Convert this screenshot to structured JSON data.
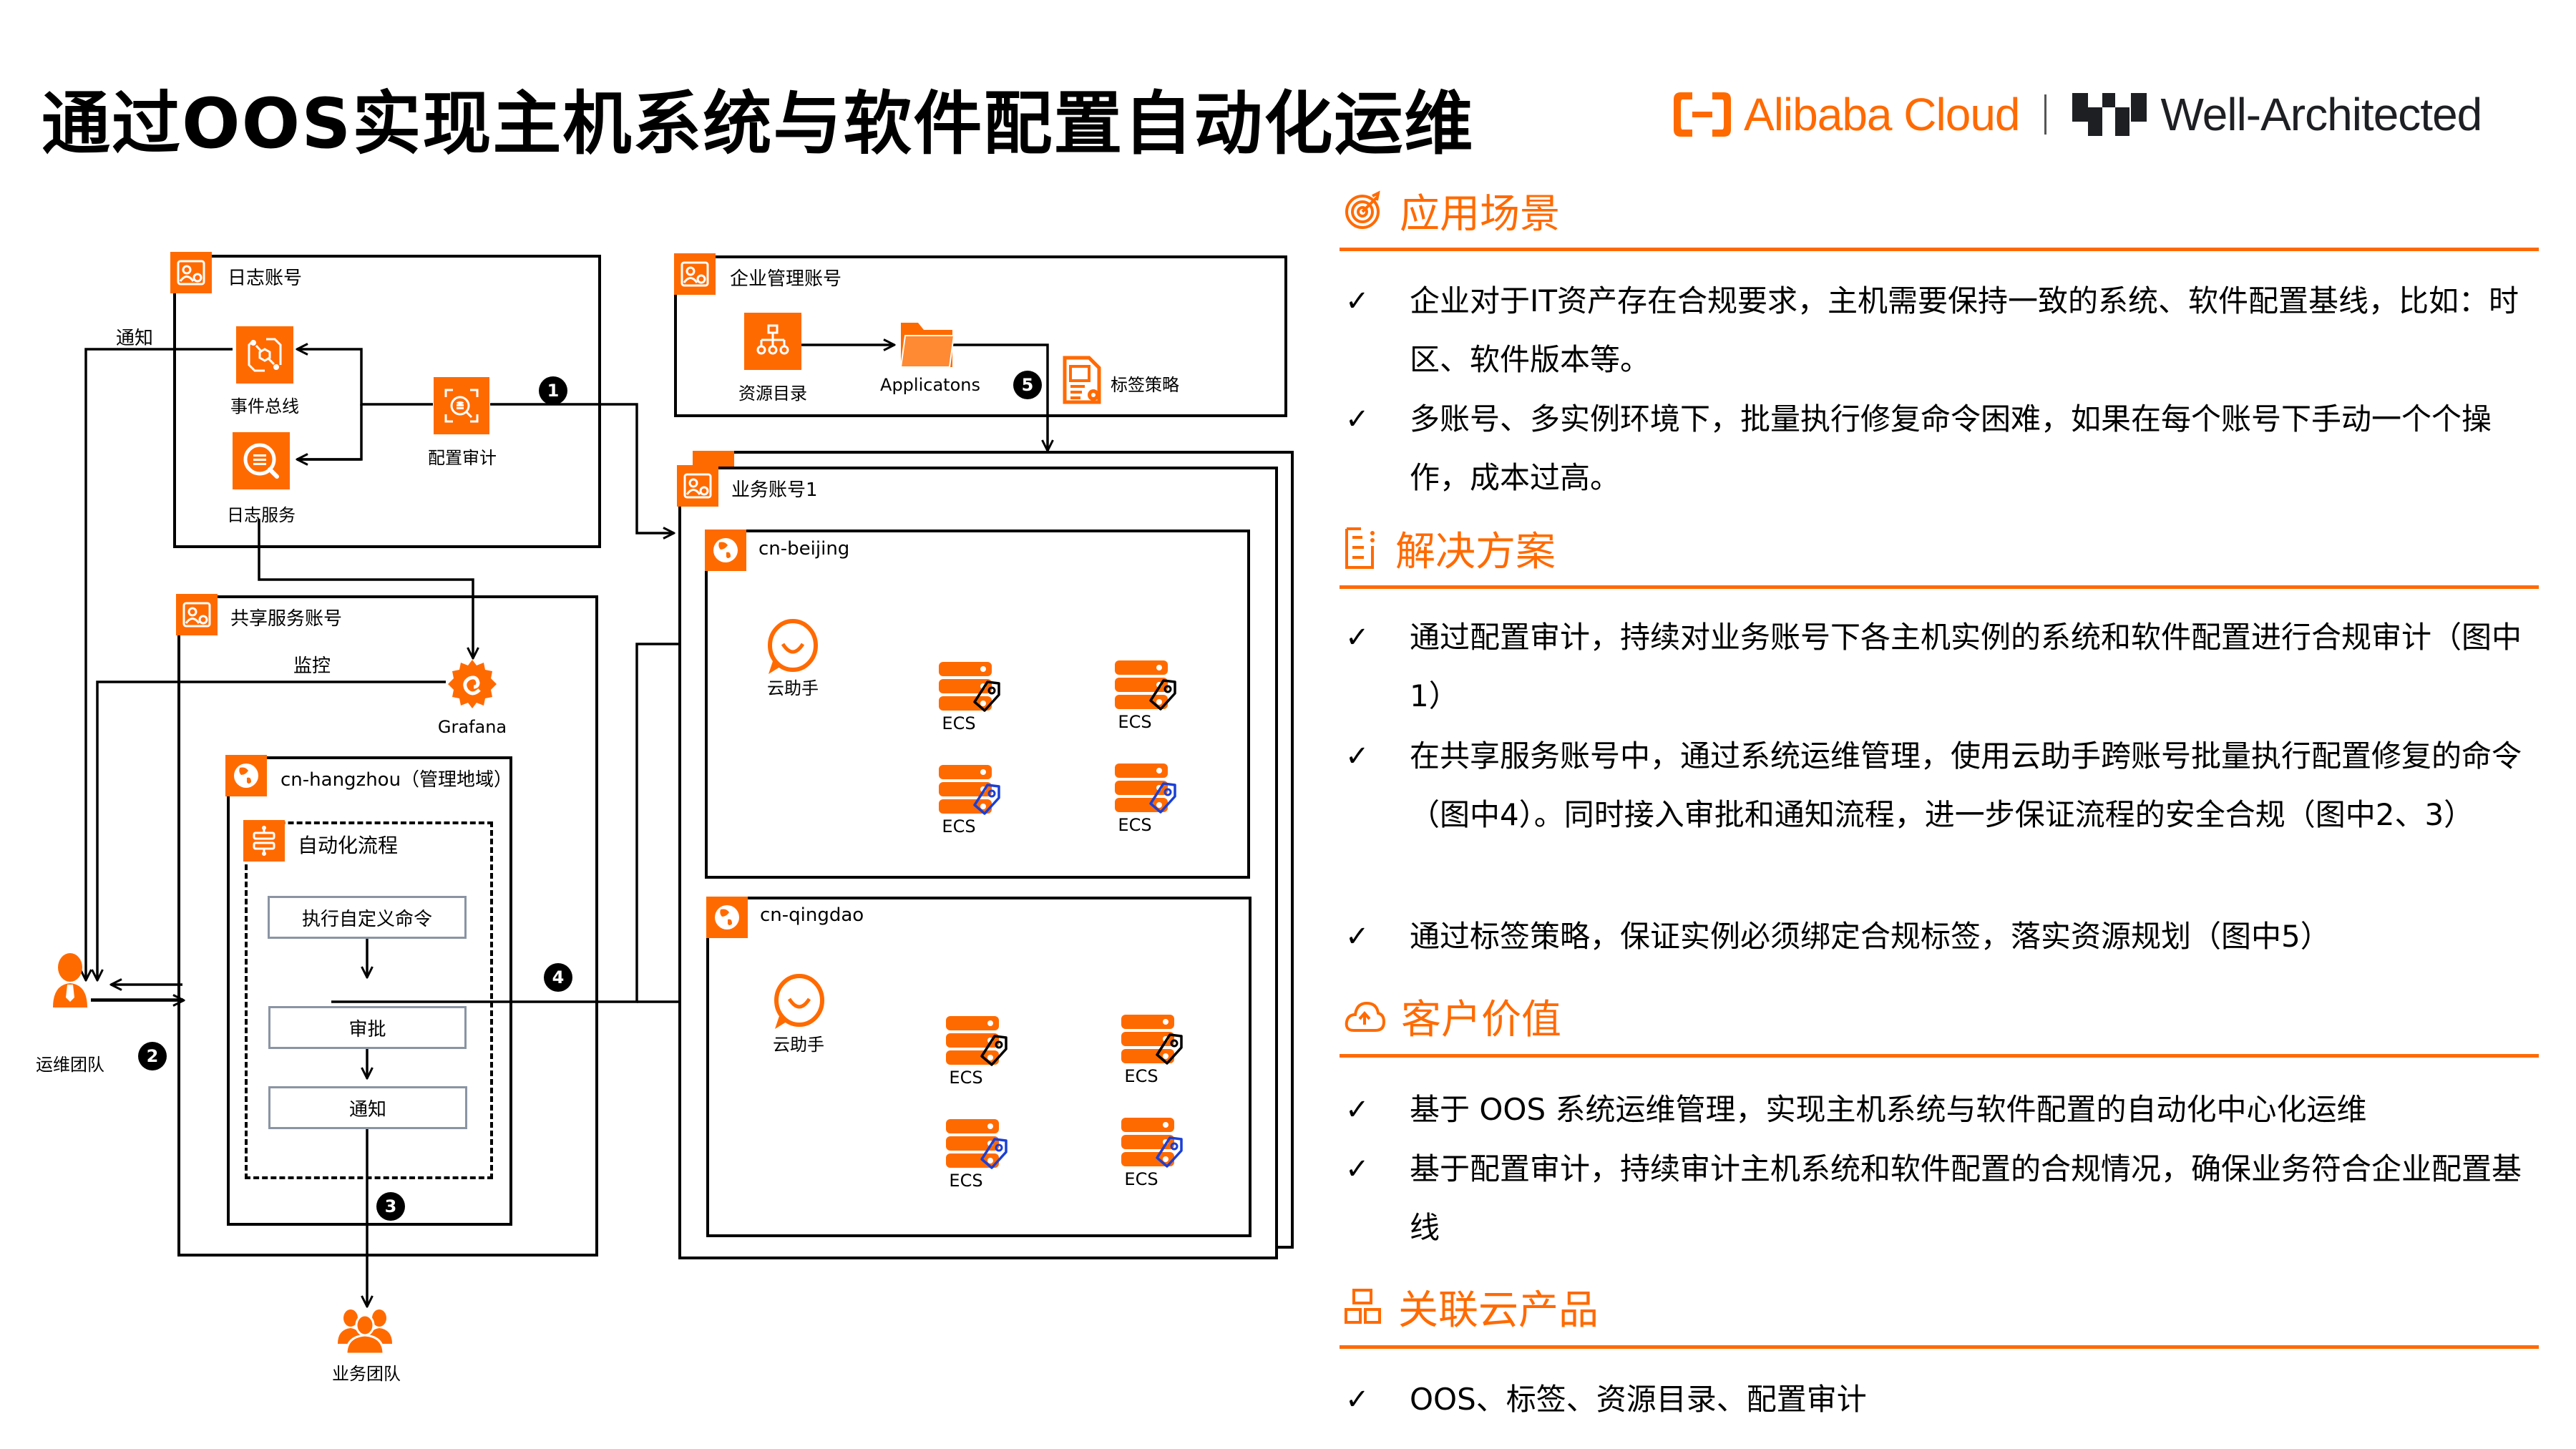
{
  "title": "通过OOS实现主机系统与软件配置自动化运维",
  "logo": {
    "alibaba": "Alibaba Cloud",
    "wa": "Well-Architected"
  },
  "colors": {
    "accent": "#ff6a00",
    "tag_black": "#000000",
    "tag_blue": "#1a3fd6",
    "flowbox_border": "#8a94a3"
  },
  "diagram": {
    "log_account": {
      "title": "日志账号",
      "eventbus": "事件总线",
      "sls": "日志服务",
      "config": "配置审计"
    },
    "notify_label": "通知",
    "monitor_label": "监控",
    "enterprise_account": {
      "title": "企业管理账号",
      "rd": "资源目录",
      "folder": "Applicatons",
      "tag_policy": "标签策略"
    },
    "shared_account": {
      "title": "共享服务账号",
      "grafana": "Grafana",
      "region": "cn-hangzhou（管理地域）",
      "flow_title": "自动化流程",
      "steps": [
        "执行自定义命令",
        "审批",
        "通知"
      ]
    },
    "biz_account": {
      "title": "业务账号1",
      "regions": [
        {
          "name": "cn-beijing",
          "assistant": "云助手",
          "ecs": [
            "ECS",
            "ECS",
            "ECS",
            "ECS"
          ]
        },
        {
          "name": "cn-qingdao",
          "assistant": "云助手",
          "ecs": [
            "ECS",
            "ECS",
            "ECS",
            "ECS"
          ]
        }
      ]
    },
    "ops_team": "运维团队",
    "biz_team": "业务团队",
    "step_numbers": [
      "1",
      "2",
      "3",
      "4",
      "5"
    ]
  },
  "sections": [
    {
      "icon": "target-icon",
      "title": "应用场景",
      "bullets": [
        "企业对于IT资产存在合规要求，主机需要保持一致的系统、软件配置基线，比如：时区、软件版本等。",
        "多账号、多实例环境下，批量执行修复命令困难，如果在每个账号下手动一个个操作，成本过高。"
      ]
    },
    {
      "icon": "document-icon",
      "title": "解决方案",
      "bullets": [
        "通过配置审计，持续对业务账号下各主机实例的系统和软件配置进行合规审计（图中1）",
        "在共享服务账号中，通过系统运维管理，使用云助手跨账号批量执行配置修复的命令（图中4）。同时接入审批和通知流程，进一步保证流程的安全合规（图中2、3）",
        "通过标签策略，保证实例必须绑定合规标签，落实资源规划（图中5）"
      ]
    },
    {
      "icon": "cloud-upload-icon",
      "title": "客户价值",
      "bullets": [
        "基于 OOS 系统运维管理，实现主机系统与软件配置的自动化中心化运维",
        "基于配置审计，持续审计主机系统和软件配置的合规情况，确保业务符合企业配置基线"
      ]
    },
    {
      "icon": "grid-icon",
      "title": "关联云产品",
      "bullets": [
        "OOS、标签、资源目录、配置审计"
      ]
    }
  ],
  "check_glyph": "✓"
}
